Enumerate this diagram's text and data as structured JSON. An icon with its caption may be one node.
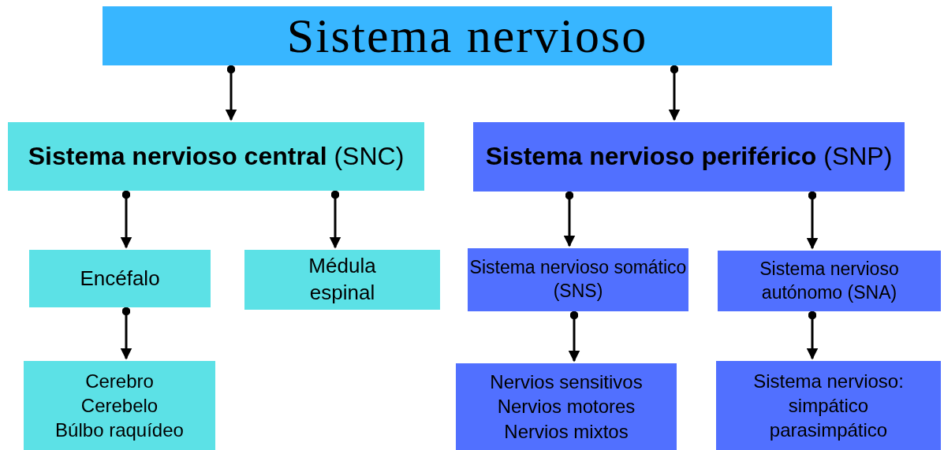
{
  "diagram": {
    "nodes": [
      {
        "text": [
          "Sistema nervioso"
        ]
      },
      {
        "text": [
          "**Sistema nervioso central** (SNC)"
        ]
      },
      {
        "text": [
          "**Sistema nervioso periférico** (SNP)"
        ]
      },
      {
        "text": [
          "Encéfalo"
        ]
      },
      {
        "text": [
          "Médula espinal"
        ]
      },
      {
        "text": [
          "Sistema nervioso somático (SNS)"
        ]
      },
      {
        "text": [
          "Sistema nervioso autónomo (SNA)"
        ]
      },
      {
        "text": [
          "Cerebro",
          "Cerebelo",
          "Búlbo raquídeo"
        ]
      },
      {
        "text": [
          "Nervios sensitivos",
          "Nervios motores",
          "Nervios mixtos"
        ]
      },
      {
        "text": [
          "Sistema nervioso:",
          "simpático",
          "parasimpático"
        ]
      }
    ],
    "edges": [
      {
        "from": 0,
        "to": 1,
        "arrow": "to"
      },
      {
        "from": 0,
        "to": 2,
        "arrow": "to"
      },
      {
        "from": 1,
        "to": 3,
        "arrow": "to"
      },
      {
        "from": 1,
        "to": 4,
        "arrow": "to"
      },
      {
        "from": 2,
        "to": 5,
        "arrow": "to"
      },
      {
        "from": 2,
        "to": 6,
        "arrow": "to"
      },
      {
        "from": 3,
        "to": 7,
        "arrow": "to"
      },
      {
        "from": 5,
        "to": 8,
        "arrow": "to"
      },
      {
        "from": 6,
        "to": 9,
        "arrow": "to"
      }
    ]
  }
}
